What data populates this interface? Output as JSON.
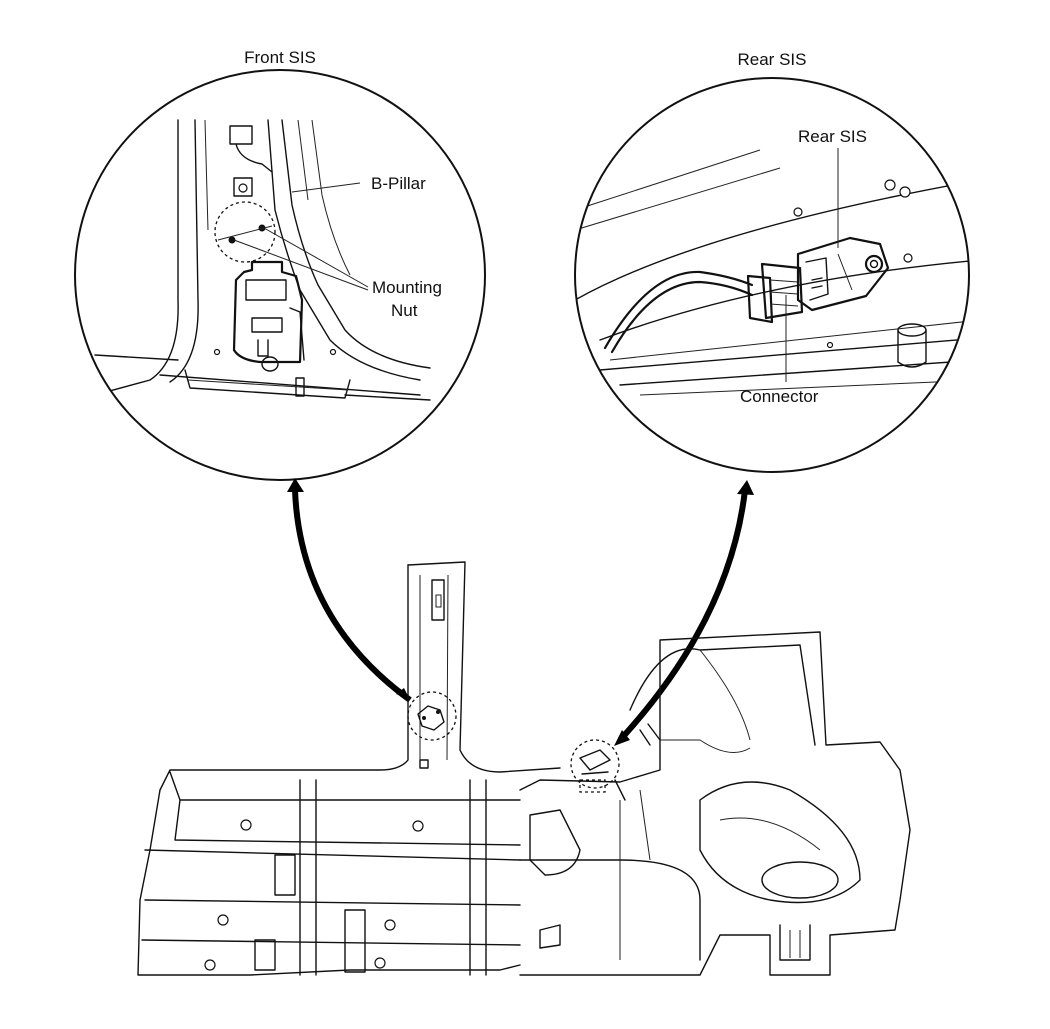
{
  "figure": {
    "front_panel": {
      "title": "Front SIS",
      "labels": {
        "b_pillar": "B-Pillar",
        "mounting_nut_line1": "Mounting",
        "mounting_nut_line2": "Nut"
      }
    },
    "rear_panel": {
      "title": "Rear SIS",
      "labels": {
        "rear_sis": "Rear SIS",
        "connector": "Connector"
      }
    }
  },
  "colors": {
    "line": "#111111",
    "background": "#ffffff"
  }
}
